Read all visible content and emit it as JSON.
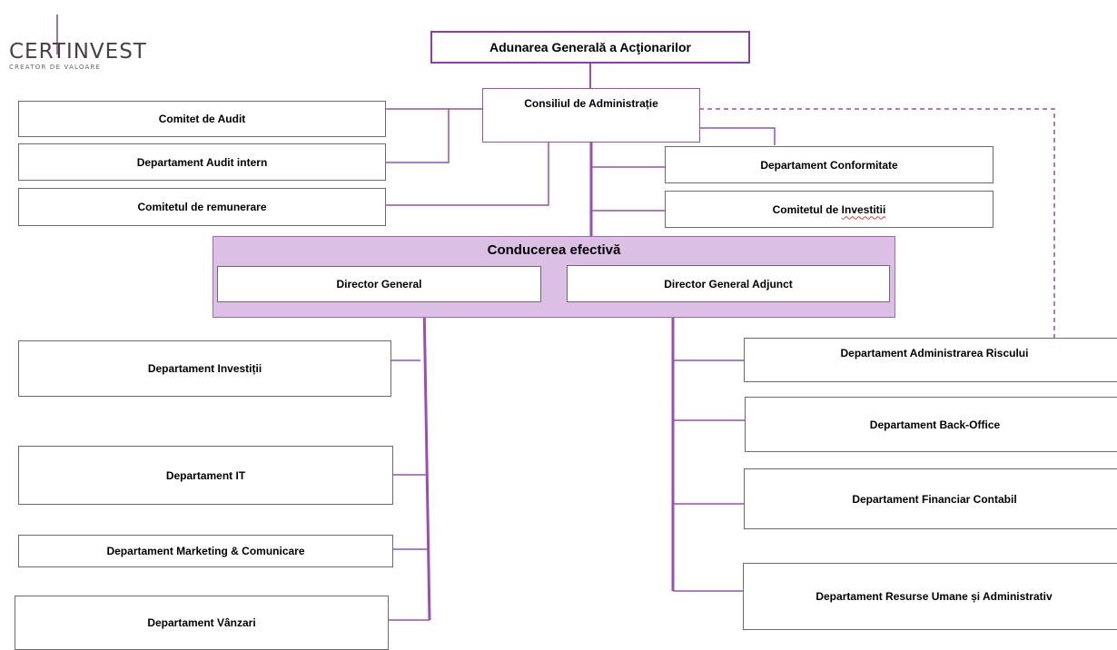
{
  "logo": {
    "name": "CERTINVEST",
    "tagline": "CREATOR DE VALOARE"
  },
  "nodes": {
    "aga": "Adunarea Generală a Acţionarilor",
    "ca": "Consiliul de Administrație",
    "audit_committee": "Comitet de Audit",
    "internal_audit": "Departament Audit intern",
    "remuneration": "Comitetul de remunerare",
    "compliance": "Departament Conformitate",
    "investment_committee": "Comitetul de Investitii",
    "executive": "Conducerea efectivă",
    "ceo": "Director General",
    "deputy_ceo": "Director General Adjunct",
    "investments": "Departament Investiții",
    "it": "Departament IT",
    "marketing": "Departament Marketing & Comunicare",
    "sales": "Departament Vânzari",
    "risk": "Departament Administrarea Riscului",
    "backoffice": "Departament Back-Office",
    "finance": "Departament Financiar Contabil",
    "hr": "Departament Resurse Umane și Administrativ"
  },
  "colors": {
    "connector": "#9a4fb0",
    "executive_fill": "#dcbfe4",
    "box_border": "#6b6b6b"
  }
}
